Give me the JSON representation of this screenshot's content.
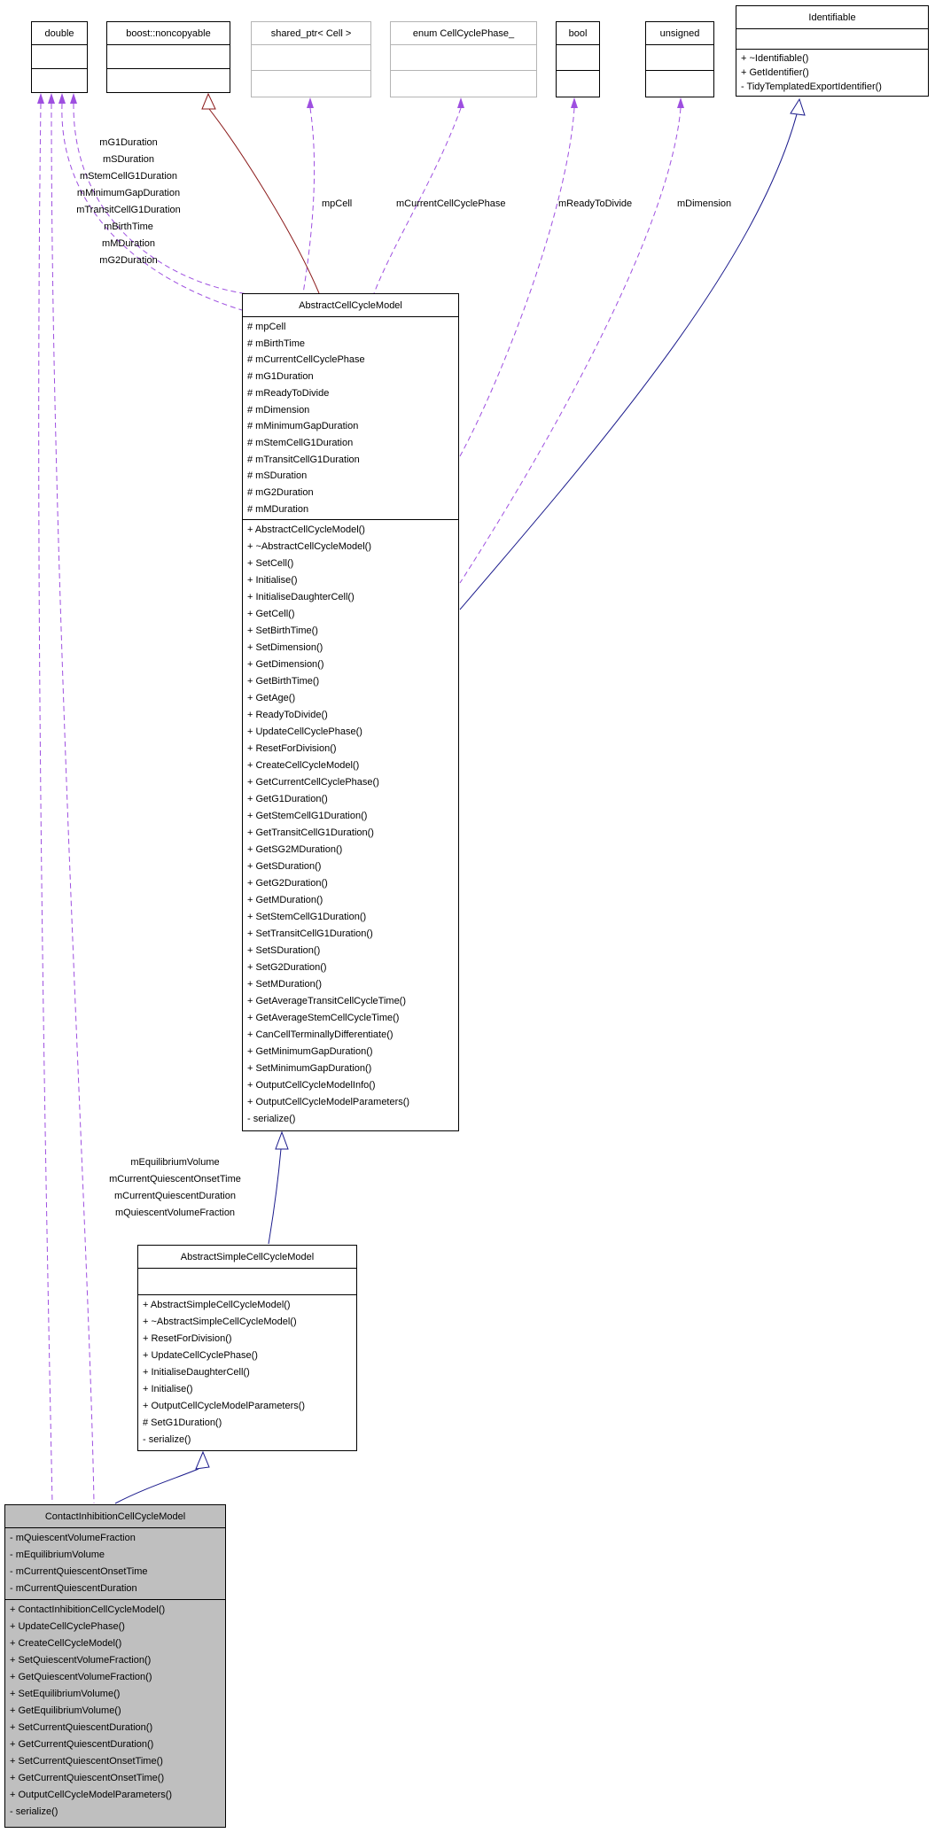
{
  "colors": {
    "usage_edge": "#9e4fe0",
    "inheritance_public": "#1a1a8c",
    "inheritance_private": "#8b1a1a",
    "selected_class_fill": "#bfbfbf",
    "template_box_border": "#b4b4b4"
  },
  "classes": {
    "double_type": {
      "title": "double"
    },
    "noncopyable": {
      "title": "boost::noncopyable"
    },
    "shared_ptr": {
      "title": "shared_ptr< Cell >"
    },
    "cell_cycle_phase": {
      "title": "enum CellCyclePhase_"
    },
    "bool_type": {
      "title": "bool"
    },
    "unsigned_type": {
      "title": "unsigned"
    },
    "identifiable": {
      "title": "Identifiable",
      "methods": [
        "+ ~Identifiable()",
        "+ GetIdentifier()",
        "- TidyTemplatedExportIdentifier()"
      ]
    },
    "abstract_cell_cycle_model": {
      "title": "AbstractCellCycleModel",
      "attributes": [
        "# mpCell",
        "# mBirthTime",
        "# mCurrentCellCyclePhase",
        "# mG1Duration",
        "# mReadyToDivide",
        "# mDimension",
        "# mMinimumGapDuration",
        "# mStemCellG1Duration",
        "# mTransitCellG1Duration",
        "# mSDuration",
        "# mG2Duration",
        "# mMDuration"
      ],
      "methods": [
        "+ AbstractCellCycleModel()",
        "+ ~AbstractCellCycleModel()",
        "+ SetCell()",
        "+ Initialise()",
        "+ InitialiseDaughterCell()",
        "+ GetCell()",
        "+ SetBirthTime()",
        "+ SetDimension()",
        "+ GetDimension()",
        "+ GetBirthTime()",
        "+ GetAge()",
        "+ ReadyToDivide()",
        "+ UpdateCellCyclePhase()",
        "+ ResetForDivision()",
        "+ CreateCellCycleModel()",
        "+ GetCurrentCellCyclePhase()",
        "+ GetG1Duration()",
        "+ GetStemCellG1Duration()",
        "+ GetTransitCellG1Duration()",
        "+ GetSG2MDuration()",
        "+ GetSDuration()",
        "+ GetG2Duration()",
        "+ GetMDuration()",
        "+ SetStemCellG1Duration()",
        "+ SetTransitCellG1Duration()",
        "+ SetSDuration()",
        "+ SetG2Duration()",
        "+ SetMDuration()",
        "+ GetAverageTransitCellCycleTime()",
        "+ GetAverageStemCellCycleTime()",
        "+ CanCellTerminallyDifferentiate()",
        "+ GetMinimumGapDuration()",
        "+ SetMinimumGapDuration()",
        "+ OutputCellCycleModelInfo()",
        "+ OutputCellCycleModelParameters()",
        "- serialize()"
      ]
    },
    "abstract_simple_cell_cycle_model": {
      "title": "AbstractSimpleCellCycleModel",
      "methods": [
        "+ AbstractSimpleCellCycleModel()",
        "+ ~AbstractSimpleCellCycleModel()",
        "+ ResetForDivision()",
        "+ UpdateCellCyclePhase()",
        "+ InitialiseDaughterCell()",
        "+ Initialise()",
        "+ OutputCellCycleModelParameters()",
        "# SetG1Duration()",
        "- serialize()"
      ]
    },
    "contact_inhibition_cell_cycle_model": {
      "title": "ContactInhibitionCellCycleModel",
      "attributes": [
        "- mQuiescentVolumeFraction",
        "- mEquilibriumVolume",
        "- mCurrentQuiescentOnsetTime",
        "- mCurrentQuiescentDuration"
      ],
      "methods": [
        "+ ContactInhibitionCellCycleModel()",
        "+ UpdateCellCyclePhase()",
        "+ CreateCellCycleModel()",
        "+ SetQuiescentVolumeFraction()",
        "+ GetQuiescentVolumeFraction()",
        "+ SetEquilibriumVolume()",
        "+ GetEquilibriumVolume()",
        "+ SetCurrentQuiescentDuration()",
        "+ GetCurrentQuiescentDuration()",
        "+ SetCurrentQuiescentOnsetTime()",
        "+ GetCurrentQuiescentOnsetTime()",
        "+ OutputCellCycleModelParameters()",
        "- serialize()"
      ]
    }
  },
  "edge_labels": {
    "double_members": [
      "mG1Duration",
      "mSDuration",
      "mStemCellG1Duration",
      "mMinimumGapDuration",
      "mTransitCellG1Duration",
      "mBirthTime",
      "mMDuration",
      "mG2Duration"
    ],
    "mp_cell": "mpCell",
    "current_phase": "mCurrentCellCyclePhase",
    "ready_to_divide": "mReadyToDivide",
    "dimension": "mDimension",
    "contact_members": [
      "mEquilibriumVolume",
      "mCurrentQuiescentOnsetTime",
      "mCurrentQuiescentDuration",
      "mQuiescentVolumeFraction"
    ]
  }
}
